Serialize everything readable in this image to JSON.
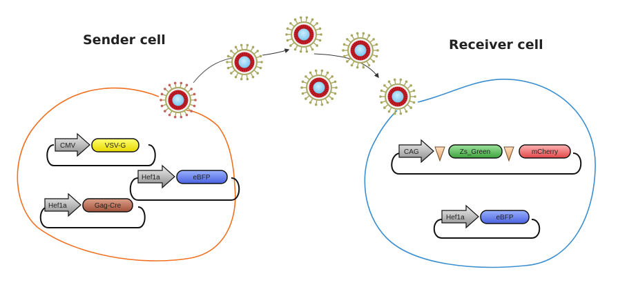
{
  "sender": {
    "title": "Sender cell",
    "outline_color": "#f07020",
    "plasmids": [
      {
        "promoter": "CMV",
        "gene": "VSV-G",
        "gene_color": "#ffff70",
        "gene_color_dark": "#e8d800"
      },
      {
        "promoter": "Hef1a",
        "gene": "eBFP",
        "gene_color": "#9ab0ff",
        "gene_color_dark": "#4a62e0"
      },
      {
        "promoter": "Hef1a",
        "gene": "Gag-Cre",
        "gene_color": "#dca088",
        "gene_color_dark": "#a0503a"
      }
    ]
  },
  "receiver": {
    "title": "Receiver cell",
    "outline_color": "#3a8ed0",
    "plasmids": [
      {
        "promoter": "CAG",
        "genes": [
          {
            "name": "Zs_Green",
            "color": "#9ee39e",
            "color_dark": "#3da33d"
          },
          {
            "name": "mCherry",
            "color": "#ffb3b3",
            "color_dark": "#e04848"
          }
        ]
      },
      {
        "promoter": "Hef1a",
        "gene": "eBFP",
        "gene_color": "#9ab0ff",
        "gene_color_dark": "#4a62e0"
      }
    ]
  },
  "virus": {
    "core_color": "#88d0f4",
    "capsid_color": "#d0202a",
    "envelope_color": "#a8a862"
  }
}
